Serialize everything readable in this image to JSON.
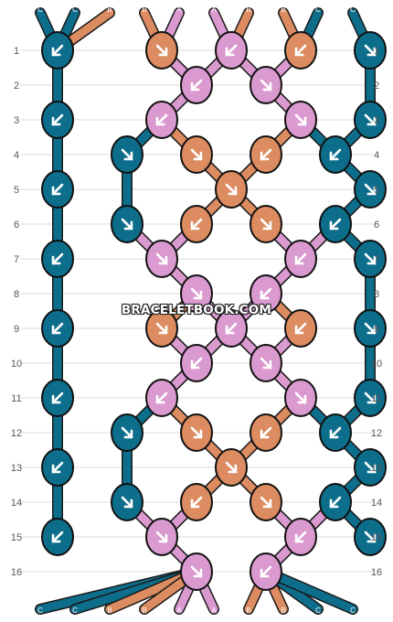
{
  "pattern": {
    "rows": 16,
    "row_labels": [
      "1",
      "2",
      "3",
      "4",
      "5",
      "6",
      "7",
      "8",
      "9",
      "10",
      "11",
      "12",
      "13",
      "14",
      "15",
      "16"
    ],
    "thread_labels_top": [
      "C",
      "C",
      "B",
      "B",
      "A",
      "A",
      "B",
      "B",
      "C",
      "C"
    ],
    "thread_labels_bottom": [
      "C",
      "C",
      "B",
      "B",
      "A",
      "A",
      "B",
      "B",
      "C",
      "C"
    ],
    "colors": {
      "A": "#DA9AD0",
      "B": "#DC8C60",
      "C": "#0D6E8C"
    },
    "knots": [
      {
        "row": 1,
        "col": 1,
        "color": "C",
        "dir": "SW"
      },
      {
        "row": 1,
        "col": 4,
        "color": "B",
        "dir": "SE"
      },
      {
        "row": 1,
        "col": 6,
        "color": "A",
        "dir": "SW"
      },
      {
        "row": 1,
        "col": 8,
        "color": "B",
        "dir": "SW"
      },
      {
        "row": 1,
        "col": 10,
        "color": "C",
        "dir": "SE"
      },
      {
        "row": 2,
        "col": 5,
        "color": "A",
        "dir": "SW"
      },
      {
        "row": 2,
        "col": 7,
        "color": "A",
        "dir": "SE"
      },
      {
        "row": 3,
        "col": 1,
        "color": "C",
        "dir": "SW"
      },
      {
        "row": 3,
        "col": 4,
        "color": "A",
        "dir": "SW"
      },
      {
        "row": 3,
        "col": 8,
        "color": "A",
        "dir": "SE"
      },
      {
        "row": 3,
        "col": 10,
        "color": "C",
        "dir": "SE"
      },
      {
        "row": 4,
        "col": 3,
        "color": "C",
        "dir": "SE"
      },
      {
        "row": 4,
        "col": 5,
        "color": "B",
        "dir": "SE"
      },
      {
        "row": 4,
        "col": 7,
        "color": "B",
        "dir": "SW"
      },
      {
        "row": 4,
        "col": 9,
        "color": "C",
        "dir": "SW"
      },
      {
        "row": 5,
        "col": 1,
        "color": "C",
        "dir": "SW"
      },
      {
        "row": 5,
        "col": 6,
        "color": "B",
        "dir": "SE"
      },
      {
        "row": 5,
        "col": 10,
        "color": "C",
        "dir": "SE"
      },
      {
        "row": 6,
        "col": 3,
        "color": "C",
        "dir": "SE"
      },
      {
        "row": 6,
        "col": 5,
        "color": "B",
        "dir": "SW"
      },
      {
        "row": 6,
        "col": 7,
        "color": "B",
        "dir": "SE"
      },
      {
        "row": 6,
        "col": 9,
        "color": "C",
        "dir": "SW"
      },
      {
        "row": 7,
        "col": 1,
        "color": "C",
        "dir": "SW"
      },
      {
        "row": 7,
        "col": 4,
        "color": "A",
        "dir": "SE"
      },
      {
        "row": 7,
        "col": 8,
        "color": "A",
        "dir": "SW"
      },
      {
        "row": 7,
        "col": 10,
        "color": "C",
        "dir": "SE"
      },
      {
        "row": 8,
        "col": 5,
        "color": "A",
        "dir": "SE"
      },
      {
        "row": 8,
        "col": 7,
        "color": "A",
        "dir": "SW"
      },
      {
        "row": 9,
        "col": 1,
        "color": "C",
        "dir": "SW"
      },
      {
        "row": 9,
        "col": 4,
        "color": "B",
        "dir": "SE"
      },
      {
        "row": 9,
        "col": 6,
        "color": "A",
        "dir": "SW"
      },
      {
        "row": 9,
        "col": 8,
        "color": "B",
        "dir": "SW"
      },
      {
        "row": 9,
        "col": 10,
        "color": "C",
        "dir": "SE"
      },
      {
        "row": 10,
        "col": 5,
        "color": "A",
        "dir": "SW"
      },
      {
        "row": 10,
        "col": 7,
        "color": "A",
        "dir": "SE"
      },
      {
        "row": 11,
        "col": 1,
        "color": "C",
        "dir": "SW"
      },
      {
        "row": 11,
        "col": 4,
        "color": "A",
        "dir": "SW"
      },
      {
        "row": 11,
        "col": 8,
        "color": "A",
        "dir": "SE"
      },
      {
        "row": 11,
        "col": 10,
        "color": "C",
        "dir": "SE"
      },
      {
        "row": 12,
        "col": 3,
        "color": "C",
        "dir": "SE"
      },
      {
        "row": 12,
        "col": 5,
        "color": "B",
        "dir": "SE"
      },
      {
        "row": 12,
        "col": 7,
        "color": "B",
        "dir": "SW"
      },
      {
        "row": 12,
        "col": 9,
        "color": "C",
        "dir": "SW"
      },
      {
        "row": 13,
        "col": 1,
        "color": "C",
        "dir": "SW"
      },
      {
        "row": 13,
        "col": 6,
        "color": "B",
        "dir": "SE"
      },
      {
        "row": 13,
        "col": 10,
        "color": "C",
        "dir": "SE"
      },
      {
        "row": 14,
        "col": 3,
        "color": "C",
        "dir": "SE"
      },
      {
        "row": 14,
        "col": 5,
        "color": "B",
        "dir": "SW"
      },
      {
        "row": 14,
        "col": 7,
        "color": "B",
        "dir": "SE"
      },
      {
        "row": 14,
        "col": 9,
        "color": "C",
        "dir": "SW"
      },
      {
        "row": 15,
        "col": 1,
        "color": "C",
        "dir": "SW"
      },
      {
        "row": 15,
        "col": 4,
        "color": "A",
        "dir": "SE"
      },
      {
        "row": 15,
        "col": 8,
        "color": "A",
        "dir": "SW"
      },
      {
        "row": 15,
        "col": 10,
        "color": "C",
        "dir": "SE"
      },
      {
        "row": 16,
        "col": 5,
        "color": "A",
        "dir": "SE"
      },
      {
        "row": 16,
        "col": 7,
        "color": "A",
        "dir": "SW"
      }
    ]
  },
  "watermark": "BRACELETBOOK.COM"
}
